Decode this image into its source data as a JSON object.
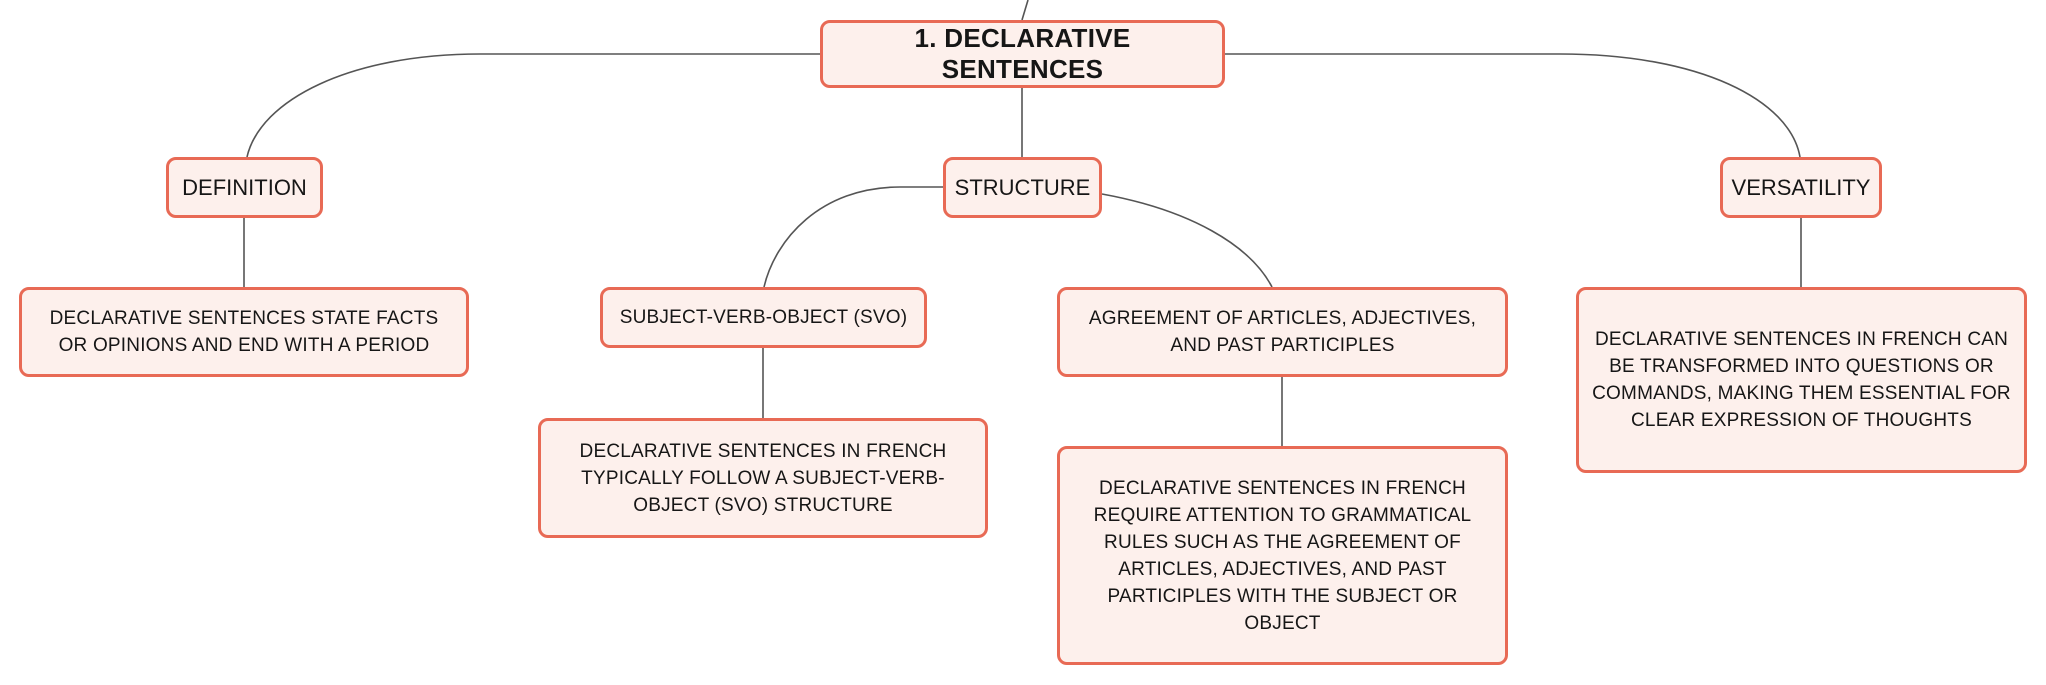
{
  "title": "1. DECLARATIVE SENTENCES",
  "branches": {
    "definition": "DEFINITION",
    "structure": "STRUCTURE",
    "versatility": "VERSATILITY"
  },
  "definition_detail": "DECLARATIVE SENTENCES STATE FACTS OR OPINIONS AND END WITH A PERIOD",
  "structure_children": {
    "svo": {
      "label": "SUBJECT-VERB-OBJECT (SVO)",
      "detail": "DECLARATIVE SENTENCES IN FRENCH TYPICALLY FOLLOW A SUBJECT-VERB-OBJECT (SVO) STRUCTURE"
    },
    "agreement": {
      "label": "AGREEMENT OF ARTICLES, ADJECTIVES, AND PAST PARTICIPLES",
      "detail": "DECLARATIVE SENTENCES IN FRENCH REQUIRE ATTENTION TO GRAMMATICAL RULES SUCH AS THE AGREEMENT OF ARTICLES, ADJECTIVES, AND PAST PARTICIPLES WITH THE SUBJECT OR OBJECT"
    }
  },
  "versatility_detail": "DECLARATIVE SENTENCES IN FRENCH CAN BE TRANSFORMED INTO QUESTIONS OR COMMANDS, MAKING THEM ESSENTIAL FOR CLEAR EXPRESSION OF THOUGHTS",
  "colors": {
    "node_fill": "#fdf0ec",
    "node_border": "#e86a55",
    "connector": "#555555"
  }
}
